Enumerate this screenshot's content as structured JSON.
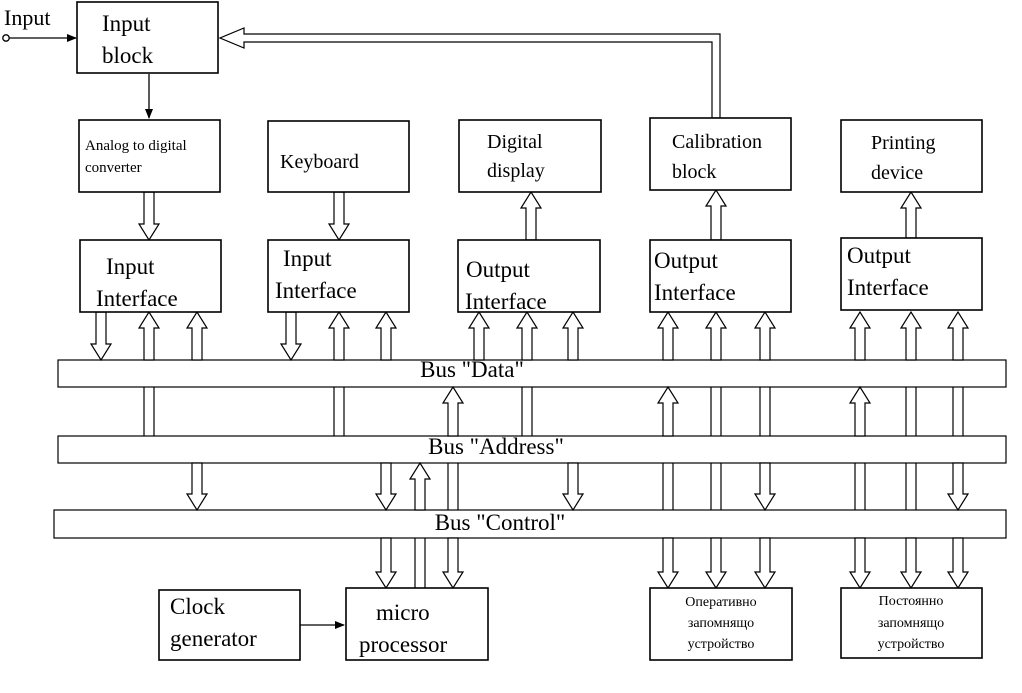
{
  "input_label": "Input",
  "blocks": {
    "input_block": [
      "Input",
      "block"
    ],
    "adc": [
      "Analog to digital",
      "converter"
    ],
    "keyboard": [
      "Keyboard"
    ],
    "digital_display": [
      "Digital",
      "display"
    ],
    "calibration": [
      "Calibration",
      "block"
    ],
    "printer": [
      "Printing",
      "device"
    ],
    "iface1": [
      "Input",
      "Interface"
    ],
    "iface2": [
      "Input",
      "Interface"
    ],
    "iface3": [
      "Output",
      "Interface"
    ],
    "iface4": [
      "Output",
      "Interface"
    ],
    "iface5": [
      "Output",
      "Interface"
    ],
    "clock": [
      "Clock",
      "generator"
    ],
    "cpu": [
      "micro",
      "processor"
    ],
    "ram": [
      "Оперативно",
      "запомнящо",
      "устройство"
    ],
    "rom": [
      "Постоянно",
      "запомнящо",
      "устройство"
    ]
  },
  "buses": {
    "data": "Bus \"Data\"",
    "address": "Bus \"Address\"",
    "control": "Bus \"Control\""
  }
}
